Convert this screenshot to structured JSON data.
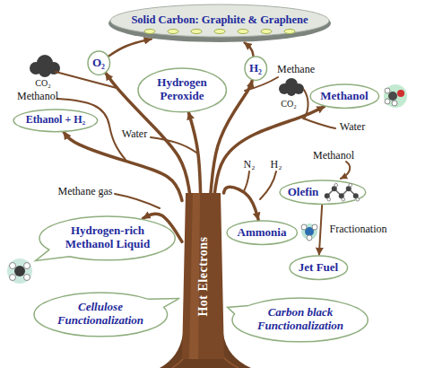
{
  "diagram": {
    "nodes": [
      {
        "text": [
          "Solid Carbon: Graphite & Graphene"
        ]
      },
      {
        "text": [
          "O₂"
        ]
      },
      {
        "text": [
          "H₂"
        ]
      },
      {
        "text": [
          "Hydrogen Peroxide"
        ]
      },
      {
        "text": [
          "Methanol"
        ]
      },
      {
        "text": [
          "Ethanol + H₂"
        ]
      },
      {
        "text": [
          "Olefin"
        ]
      },
      {
        "text": [
          "Ammonia"
        ]
      },
      {
        "text": [
          "Hydrogen-rich Methanol Liquid"
        ]
      },
      {
        "text": [
          "Jet Fuel"
        ]
      },
      {
        "text": [
          "Hot Electrons"
        ]
      },
      {
        "text": [
          "Cellulose Functionalization"
        ]
      },
      {
        "text": [
          "Carbon black Functionalization"
        ]
      }
    ],
    "edges": [
      {
        "from": 10,
        "to": 1,
        "arrow": "to"
      },
      {
        "from": 10,
        "to": 2,
        "arrow": "to"
      },
      {
        "from": 10,
        "to": 3,
        "arrow": "to"
      },
      {
        "from": 10,
        "to": 4,
        "arrow": "to"
      },
      {
        "from": 10,
        "to": 5,
        "arrow": "to"
      },
      {
        "from": 10,
        "to": 7,
        "arrow": "to"
      },
      {
        "from": 10,
        "to": 8,
        "arrow": "to"
      },
      {
        "from": 6,
        "to": 9,
        "label": "Fractionation",
        "arrow": "to"
      },
      {
        "from": 1,
        "to": 0,
        "arrow": "to"
      },
      {
        "from": 2,
        "to": 0,
        "arrow": "to"
      }
    ],
    "labels": [
      "CO₂",
      "Methane",
      "CO₂",
      "Methanol",
      "Water",
      "Water",
      "N₂",
      "H₂",
      "Methanol",
      "Methane gas"
    ]
  }
}
